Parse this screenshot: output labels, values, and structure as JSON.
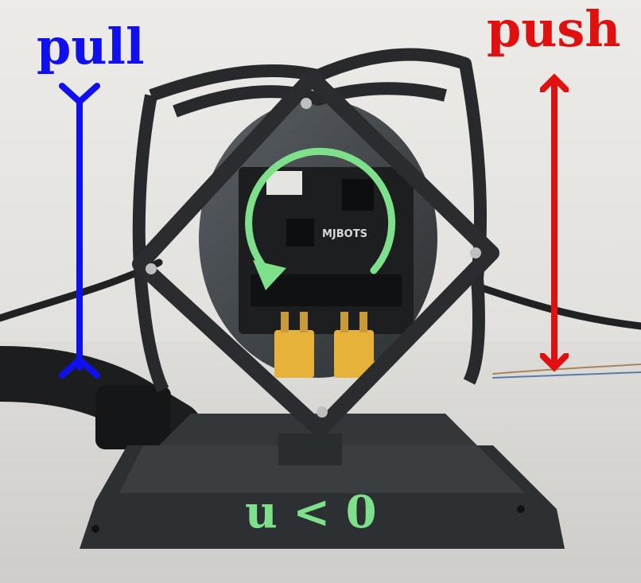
{
  "labels": {
    "pull": "pull",
    "push": "push",
    "condition": "u < 0"
  },
  "colors": {
    "pull": "#1010ee",
    "push": "#e01010",
    "condition": "#7ee08a",
    "rotation_arrow": "#7ee08a",
    "background": "#e9e7e3",
    "table": "#d8d6d2",
    "frame": "#27292c",
    "board": "#1c1e20",
    "connector": "#e7b23a"
  },
  "icons": {
    "pull_marker": "arrow-tail-line-icon",
    "push_marker": "double-headed-arrow-icon",
    "rotation": "counterclockwise-arrow-icon"
  },
  "photo": {
    "board_logo": "MJBOTS"
  }
}
